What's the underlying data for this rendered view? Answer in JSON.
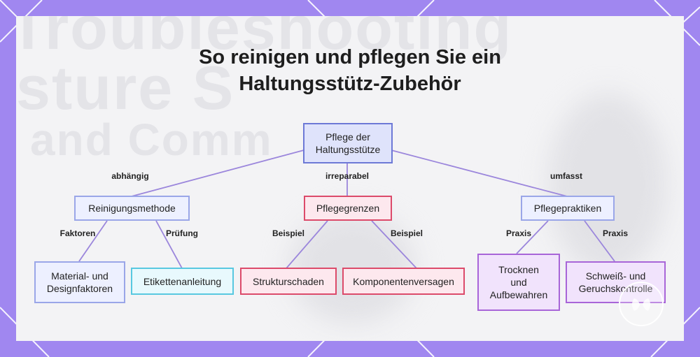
{
  "title": {
    "line1": "So reinigen und pflegen Sie ein",
    "line2": "Haltungsstütz-Zubehör"
  },
  "background_text": {
    "line1": "Troubleshooting",
    "line2": "sture S",
    "line3": "and Comm"
  },
  "nodes": {
    "root": {
      "line1": "Pflege der",
      "line2": "Haltungsstütze"
    },
    "reinigung": "Reinigungsmethode",
    "grenzen": "Pflegegrenzen",
    "praktiken": "Pflegepraktiken",
    "material": {
      "line1": "Material- und",
      "line2": "Designfaktoren"
    },
    "etiketten": "Etikettenanleitung",
    "struktur": "Strukturschaden",
    "komponenten": "Komponentenversagen",
    "trocknen": {
      "line1": "Trocknen",
      "line2": "und",
      "line3": "Aufbewahren"
    },
    "schweiss": {
      "line1": "Schweiß- und",
      "line2": "Geruchskontrolle"
    }
  },
  "edge_labels": {
    "abhaengig": "abhängig",
    "irreparabel": "irreparabel",
    "umfasst": "umfasst",
    "faktoren": "Faktoren",
    "pruefung": "Prüfung",
    "beispiel_1": "Beispiel",
    "beispiel_2": "Beispiel",
    "praxis_1": "Praxis",
    "praxis_2": "Praxis"
  },
  "colors": {
    "background": "#a087f0",
    "edge": "#9b86dc",
    "root_border": "#6d79d6",
    "cyan_border": "#58c8e0",
    "red_border": "#dc4a6a",
    "purple_border": "#a865d8"
  }
}
